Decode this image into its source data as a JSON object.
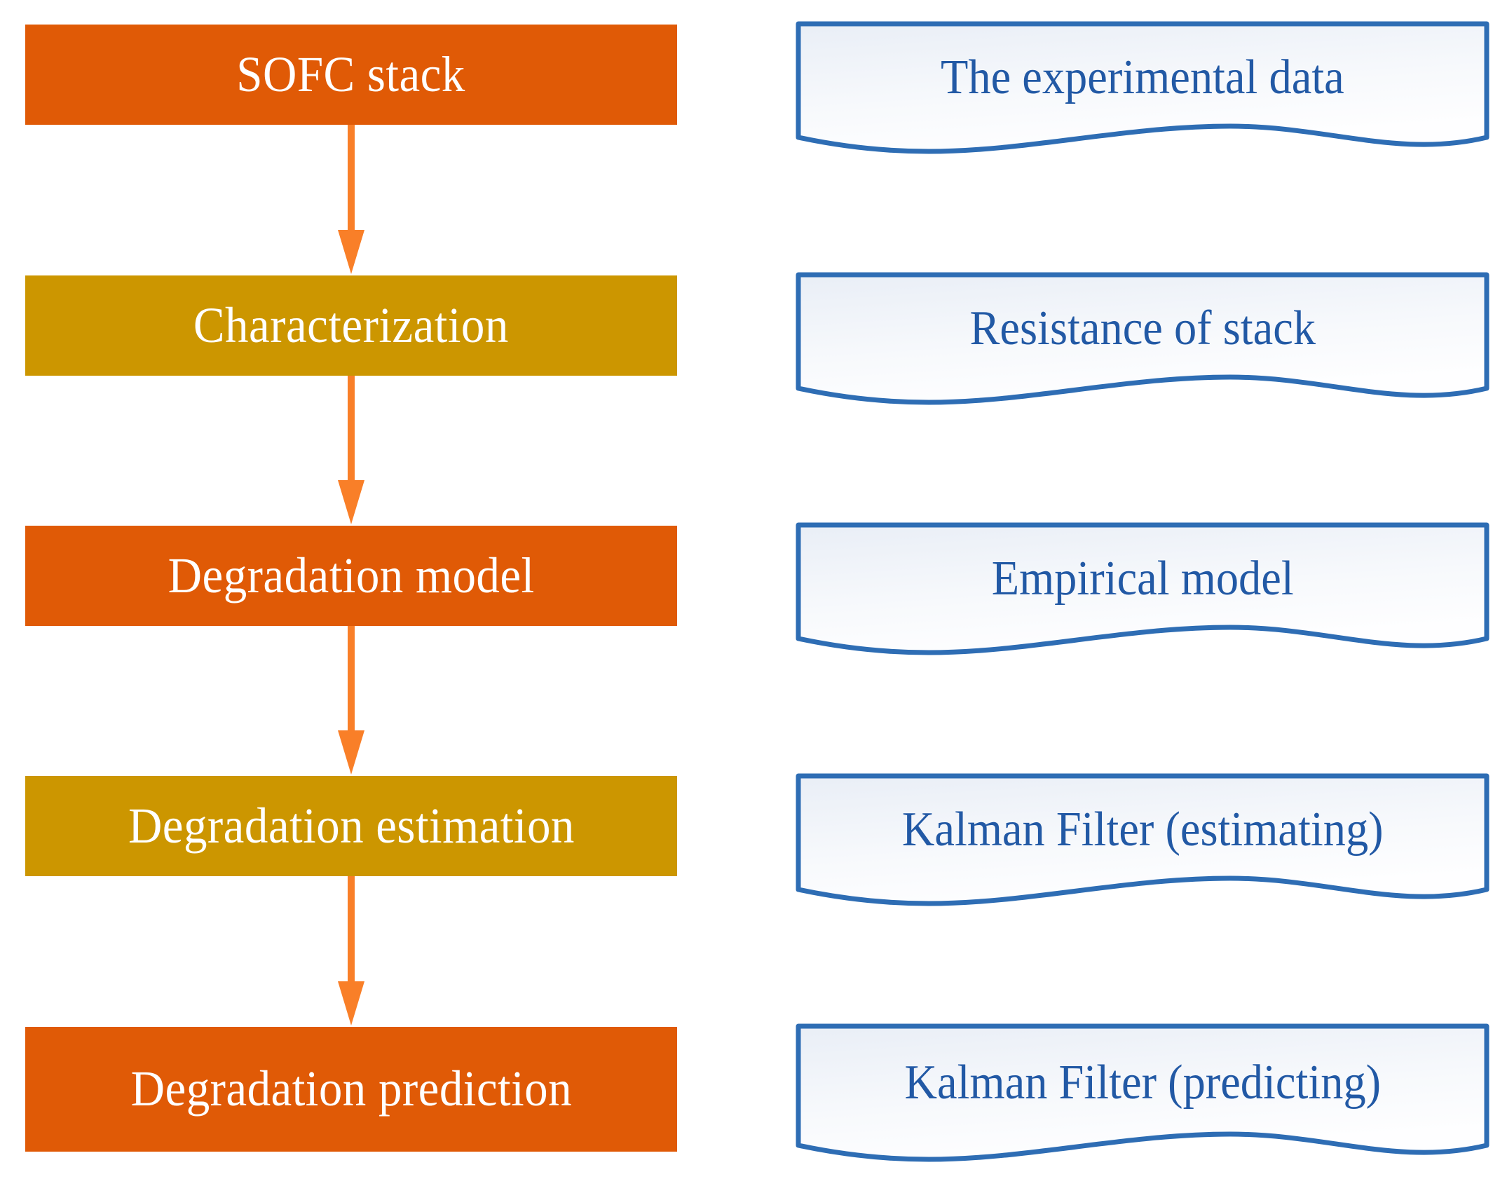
{
  "diagram": {
    "title": "SOFC degradation prediction methodology flowchart",
    "type": "flowchart",
    "colors": {
      "orange": "#E05A06",
      "gold": "#CC9600",
      "arrow": "#F97F28",
      "box_text": "#FFFFFF",
      "wave_border": "#2E6DB4",
      "wave_text": "#2259A5",
      "wave_fill_top": "#EDF1F7",
      "wave_fill_bottom": "#FDFDFE",
      "background": "#FFFFFF"
    }
  },
  "process_column": {
    "name": "process-steps",
    "steps": [
      {
        "id": "step-1",
        "label": "SOFC stack",
        "color": "#E05A06",
        "font_size": 72
      },
      {
        "id": "step-2",
        "label": "Characterization",
        "color": "#CC9600",
        "font_size": 72
      },
      {
        "id": "step-3",
        "label": "Degradation model",
        "color": "#E05A06",
        "font_size": 72
      },
      {
        "id": "step-4",
        "label": "Degradation estimation",
        "color": "#CC9600",
        "font_size": 72
      },
      {
        "id": "step-5",
        "label": "Degradation prediction",
        "color": "#E05A06",
        "font_size": 72
      }
    ]
  },
  "method_column": {
    "name": "method-notes",
    "notes": [
      {
        "id": "note-1",
        "label": "The experimental data",
        "font_size": 70
      },
      {
        "id": "note-2",
        "label": "Resistance of stack",
        "font_size": 70
      },
      {
        "id": "note-3",
        "label": "Empirical model",
        "font_size": 70
      },
      {
        "id": "note-4",
        "label": "Kalman Filter (estimating)",
        "font_size": 70
      },
      {
        "id": "note-5",
        "label": "Kalman Filter (predicting)",
        "font_size": 70
      }
    ]
  },
  "connectors": {
    "name": "flow-arrows",
    "count": 4,
    "direction": "down",
    "color": "#F97F28",
    "items": [
      {
        "id": "arrow-1",
        "from": "step-1",
        "to": "step-2"
      },
      {
        "id": "arrow-2",
        "from": "step-2",
        "to": "step-3"
      },
      {
        "id": "arrow-3",
        "from": "step-3",
        "to": "step-4"
      },
      {
        "id": "arrow-4",
        "from": "step-4",
        "to": "step-5"
      }
    ]
  }
}
